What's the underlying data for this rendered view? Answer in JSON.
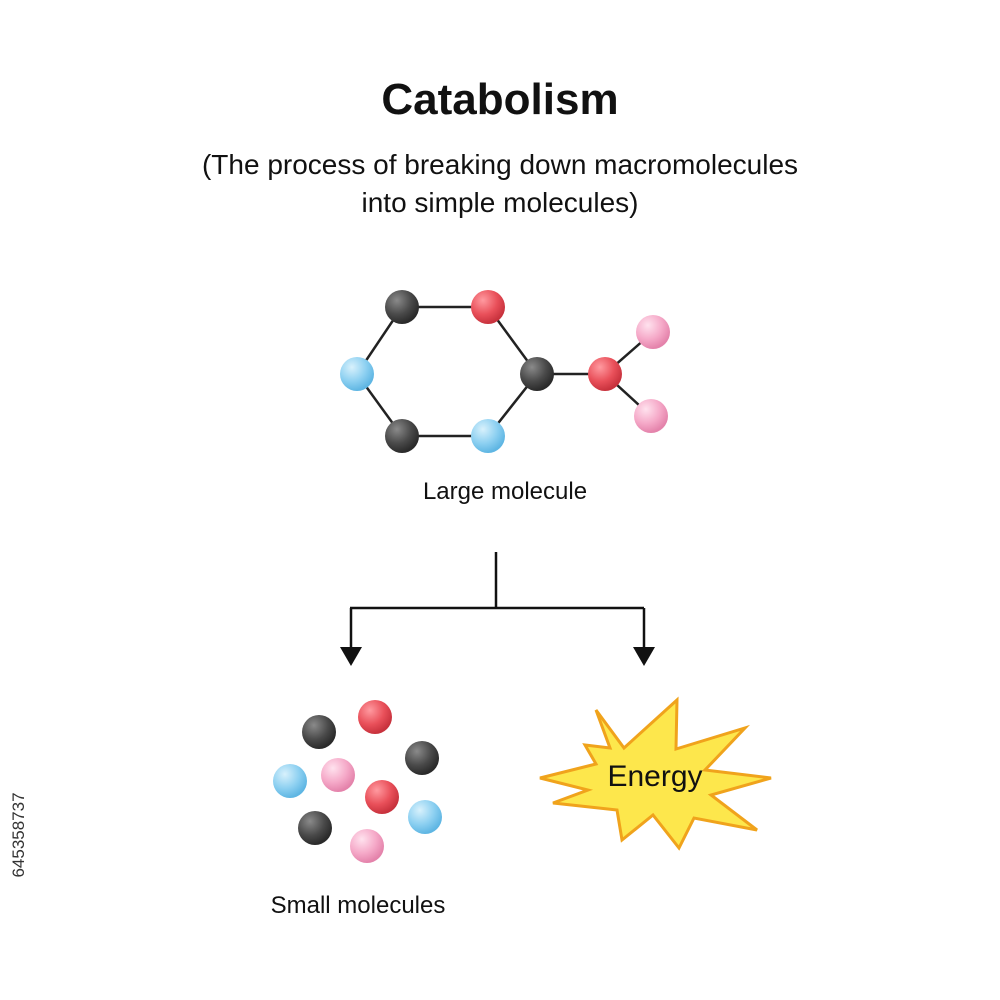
{
  "title": "Catabolism",
  "subtitle_line1": "(The process of breaking down macromolecules",
  "subtitle_line2": "into simple molecules)",
  "large_molecule_label": "Large molecule",
  "small_molecules_label": "Small molecules",
  "energy_label": "Energy",
  "stock_id": "645358737",
  "colors": {
    "carbon": "#4a4a4a",
    "oxygen": "#e9505a",
    "nitrogen": "#8dd0f1",
    "hydrogen": "#f5a9c8",
    "bond": "#222222",
    "energy_fill": "#fde74c",
    "energy_stroke": "#f0a31c"
  }
}
